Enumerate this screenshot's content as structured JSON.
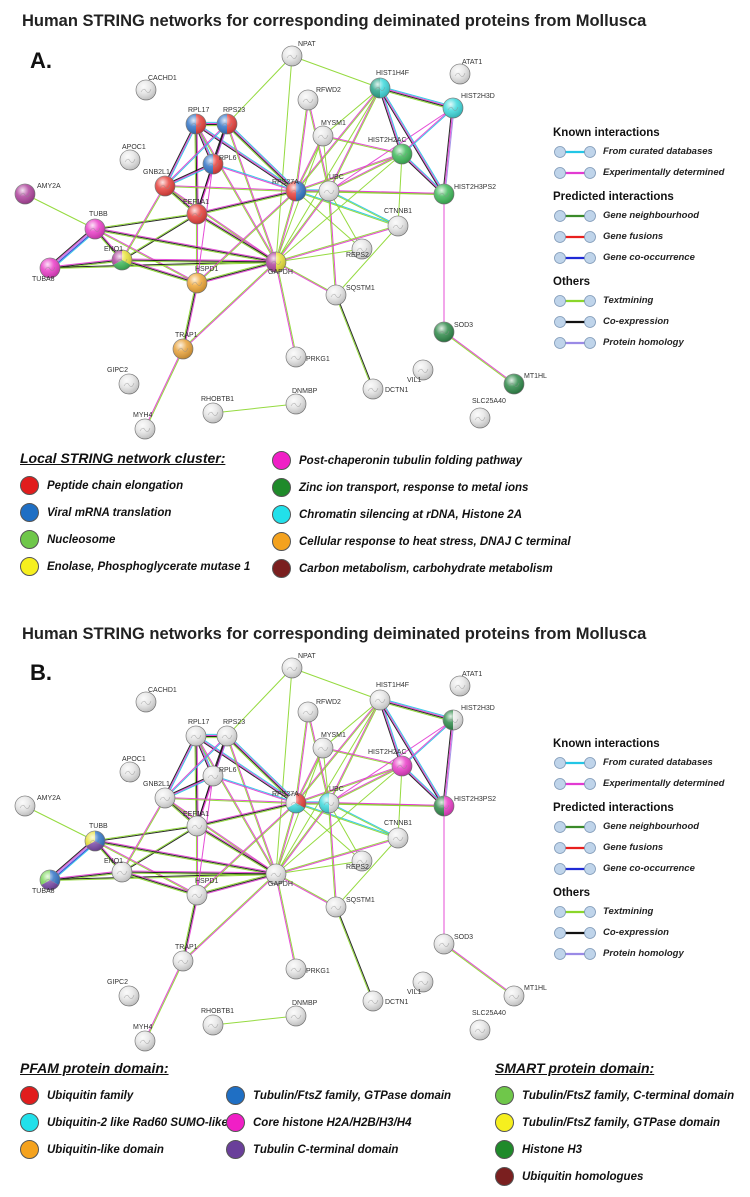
{
  "panels": [
    {
      "title": "Human STRING networks for corresponding deiminated proteins from Mollusca",
      "label": "A.",
      "nodes": [
        {
          "id": "NPAT",
          "label": "NPAT",
          "colors": [
            "#e6e6e6"
          ]
        },
        {
          "id": "CACHD1",
          "label": "CACHD1",
          "colors": [
            "#e6e6e6"
          ]
        },
        {
          "id": "RPL17",
          "label": "RPL17",
          "colors": [
            "#e8413c",
            "#3476c8"
          ]
        },
        {
          "id": "RPS23",
          "label": "RPS23",
          "colors": [
            "#e8413c",
            "#3476c8"
          ]
        },
        {
          "id": "RFWD2",
          "label": "RFWD2",
          "colors": [
            "#e6e6e6"
          ]
        },
        {
          "id": "HIST1H4F",
          "label": "HIST1H4F",
          "colors": [
            "#3fd9dc",
            "#2aa58a"
          ]
        },
        {
          "id": "ATAT1",
          "label": "ATAT1",
          "colors": [
            "#e6e6e6"
          ]
        },
        {
          "id": "HIST2H3D",
          "label": "HIST2H3D",
          "colors": [
            "#3fd9dc"
          ]
        },
        {
          "id": "MYSM1",
          "label": "MYSM1",
          "colors": [
            "#e6e6e6"
          ]
        },
        {
          "id": "APOC1",
          "label": "APOC1",
          "colors": [
            "#e6e6e6"
          ]
        },
        {
          "id": "RPL6",
          "label": "RPL6",
          "colors": [
            "#e8413c",
            "#3476c8"
          ]
        },
        {
          "id": "HIST2H2AC",
          "label": "HIST2H2AC",
          "colors": [
            "#3fba5a"
          ]
        },
        {
          "id": "GNB2L1",
          "label": "GNB2L1",
          "colors": [
            "#e8413c"
          ]
        },
        {
          "id": "RPS27A",
          "label": "RPS27A",
          "colors": [
            "#3476c8",
            "#e8413c"
          ]
        },
        {
          "id": "UBC",
          "label": "UBC",
          "colors": [
            "#e6e6e6"
          ]
        },
        {
          "id": "HIST2H3PS2",
          "label": "HIST2H3PS2",
          "colors": [
            "#3fba5a"
          ]
        },
        {
          "id": "AMY2A",
          "label": "AMY2A",
          "colors": [
            "#b0449e"
          ]
        },
        {
          "id": "EEF1A1",
          "label": "EEF1A1",
          "colors": [
            "#e8413c"
          ]
        },
        {
          "id": "TUBB",
          "label": "TUBB",
          "colors": [
            "#ea3ec8"
          ]
        },
        {
          "id": "CTNNB1",
          "label": "CTNNB1",
          "colors": [
            "#e6e6e6"
          ]
        },
        {
          "id": "ENO1",
          "label": "ENO1",
          "colors": [
            "#e8e23a",
            "#3fba5a",
            "#b0449e"
          ]
        },
        {
          "id": "REPS2",
          "label": "REPS2",
          "colors": [
            "#e6e6e6"
          ]
        },
        {
          "id": "GAPDH",
          "label": "GAPDH",
          "colors": [
            "#e8e23a",
            "#b0449e"
          ]
        },
        {
          "id": "TUBA8",
          "label": "TUBA8",
          "colors": [
            "#ea3ec8"
          ]
        },
        {
          "id": "HSPD1",
          "label": "HSPD1",
          "colors": [
            "#f0a838"
          ]
        },
        {
          "id": "SQSTM1",
          "label": "SQSTM1",
          "colors": [
            "#e6e6e6"
          ]
        },
        {
          "id": "SOD3",
          "label": "SOD3",
          "colors": [
            "#2f8a4a"
          ]
        },
        {
          "id": "TRAP1",
          "label": "TRAP1",
          "colors": [
            "#e8a23a"
          ]
        },
        {
          "id": "PRKG1",
          "label": "PRKG1",
          "colors": [
            "#e6e6e6"
          ]
        },
        {
          "id": "VIL1",
          "label": "VIL1",
          "colors": [
            "#e6e6e6"
          ]
        },
        {
          "id": "DCTN1",
          "label": "DCTN1",
          "colors": [
            "#e6e6e6"
          ]
        },
        {
          "id": "MT1HL",
          "label": "MT1HL",
          "colors": [
            "#2f8a4a"
          ]
        },
        {
          "id": "GIPC2",
          "label": "GIPC2",
          "colors": [
            "#e6e6e6"
          ]
        },
        {
          "id": "RHOBTB1",
          "label": "RHOBTB1",
          "colors": [
            "#e6e6e6"
          ]
        },
        {
          "id": "DNMBP",
          "label": "DNMBP",
          "colors": [
            "#e6e6e6"
          ]
        },
        {
          "id": "SLC25A40",
          "label": "SLC25A40",
          "colors": [
            "#e6e6e6"
          ]
        },
        {
          "id": "MYH4",
          "label": "MYH4",
          "colors": [
            "#e6e6e6"
          ]
        }
      ],
      "cluster_heading": "Local STRING network cluster:",
      "cluster_groups": [
        {
          "items": [
            {
              "label": "Peptide chain elongation",
              "color": "#e11d1d"
            },
            {
              "label": "Viral mRNA translation",
              "color": "#1f6fc4"
            },
            {
              "label": "Nucleosome",
              "color": "#6fc74a"
            },
            {
              "label": "Enolase, Phosphoglycerate mutase 1",
              "color": "#f6ef1e"
            }
          ]
        },
        {
          "items": [
            {
              "label": "Post-chaperonin tubulin folding pathway",
              "color": "#f01fc6"
            },
            {
              "label": "Zinc ion transport, response to metal ions",
              "color": "#1f8a2a"
            },
            {
              "label": "Chromatin silencing at rDNA, Histone 2A",
              "color": "#22e0ea"
            },
            {
              "label": "Cellular response to heat stress, DNAJ C terminal",
              "color": "#f4a21e"
            },
            {
              "label": "Carbon metabolism, carbohydrate metabolism",
              "color": "#7a1f1f"
            }
          ]
        }
      ]
    },
    {
      "title": "Human STRING networks for corresponding deiminated proteins from Mollusca",
      "label": "B.",
      "nodes": [
        {
          "id": "NPAT",
          "label": "NPAT",
          "colors": [
            "#e6e6e6"
          ]
        },
        {
          "id": "CACHD1",
          "label": "CACHD1",
          "colors": [
            "#e6e6e6"
          ]
        },
        {
          "id": "RPL17",
          "label": "RPL17",
          "colors": [
            "#e6e6e6"
          ]
        },
        {
          "id": "RPS23",
          "label": "RPS23",
          "colors": [
            "#e6e6e6"
          ]
        },
        {
          "id": "RFWD2",
          "label": "RFWD2",
          "colors": [
            "#e6e6e6"
          ]
        },
        {
          "id": "HIST1H4F",
          "label": "HIST1H4F",
          "colors": [
            "#e6e6e6"
          ]
        },
        {
          "id": "ATAT1",
          "label": "ATAT1",
          "colors": [
            "#e6e6e6"
          ]
        },
        {
          "id": "HIST2H3D",
          "label": "HIST2H3D",
          "colors": [
            "#e6e6e6",
            "#2f8a4a"
          ]
        },
        {
          "id": "MYSM1",
          "label": "MYSM1",
          "colors": [
            "#e6e6e6"
          ]
        },
        {
          "id": "APOC1",
          "label": "APOC1",
          "colors": [
            "#e6e6e6"
          ]
        },
        {
          "id": "RPL6",
          "label": "RPL6",
          "colors": [
            "#e6e6e6"
          ]
        },
        {
          "id": "HIST2H2AC",
          "label": "HIST2H2AC",
          "colors": [
            "#ea3ec8"
          ]
        },
        {
          "id": "GNB2L1",
          "label": "GNB2L1",
          "colors": [
            "#e6e6e6"
          ]
        },
        {
          "id": "RPS27A",
          "label": "RPS27A",
          "colors": [
            "#e8413c",
            "#3fd9dc",
            "#e6e6e6"
          ]
        },
        {
          "id": "UBC",
          "label": "UBC",
          "colors": [
            "#e6e6e6",
            "#3fd9dc"
          ]
        },
        {
          "id": "HIST2H3PS2",
          "label": "HIST2H3PS2",
          "colors": [
            "#ea3ec8",
            "#2f8a4a"
          ]
        },
        {
          "id": "AMY2A",
          "label": "AMY2A",
          "colors": [
            "#e6e6e6"
          ]
        },
        {
          "id": "EEF1A1",
          "label": "EEF1A1",
          "colors": [
            "#e6e6e6"
          ]
        },
        {
          "id": "TUBB",
          "label": "TUBB",
          "colors": [
            "#3476c8",
            "#7a4aa8",
            "#e8e23a"
          ]
        },
        {
          "id": "CTNNB1",
          "label": "CTNNB1",
          "colors": [
            "#e6e6e6"
          ]
        },
        {
          "id": "ENO1",
          "label": "ENO1",
          "colors": [
            "#e6e6e6"
          ]
        },
        {
          "id": "REPS2",
          "label": "REPS2",
          "colors": [
            "#e6e6e6"
          ]
        },
        {
          "id": "GAPDH",
          "label": "GAPDH",
          "colors": [
            "#e6e6e6"
          ]
        },
        {
          "id": "TUBA8",
          "label": "TUBA8",
          "colors": [
            "#3476c8",
            "#7a4aa8",
            "#7ad65a"
          ]
        },
        {
          "id": "HSPD1",
          "label": "HSPD1",
          "colors": [
            "#e6e6e6"
          ]
        },
        {
          "id": "SQSTM1",
          "label": "SQSTM1",
          "colors": [
            "#e6e6e6"
          ]
        },
        {
          "id": "SOD3",
          "label": "SOD3",
          "colors": [
            "#e6e6e6"
          ]
        },
        {
          "id": "TRAP1",
          "label": "TRAP1",
          "colors": [
            "#e6e6e6"
          ]
        },
        {
          "id": "PRKG1",
          "label": "PRKG1",
          "colors": [
            "#e6e6e6"
          ]
        },
        {
          "id": "VIL1",
          "label": "VIL1",
          "colors": [
            "#e6e6e6"
          ]
        },
        {
          "id": "DCTN1",
          "label": "DCTN1",
          "colors": [
            "#e6e6e6"
          ]
        },
        {
          "id": "MT1HL",
          "label": "MT1HL",
          "colors": [
            "#e6e6e6"
          ]
        },
        {
          "id": "GIPC2",
          "label": "GIPC2",
          "colors": [
            "#e6e6e6"
          ]
        },
        {
          "id": "RHOBTB1",
          "label": "RHOBTB1",
          "colors": [
            "#e6e6e6"
          ]
        },
        {
          "id": "DNMBP",
          "label": "DNMBP",
          "colors": [
            "#e6e6e6"
          ]
        },
        {
          "id": "SLC25A40",
          "label": "SLC25A40",
          "colors": [
            "#e6e6e6"
          ]
        },
        {
          "id": "MYH4",
          "label": "MYH4",
          "colors": [
            "#e6e6e6"
          ]
        }
      ],
      "pfam_heading": "PFAM protein domain:",
      "pfam_groups": [
        {
          "items": [
            {
              "label": "Ubiquitin family",
              "color": "#e11d1d"
            },
            {
              "label": "Ubiquitin-2 like Rad60 SUMO-like",
              "color": "#22e0ea"
            },
            {
              "label": "Ubiquitin-like domain",
              "color": "#f4a21e"
            }
          ]
        },
        {
          "items": [
            {
              "label": "Tubulin/FtsZ family, GTPase domain",
              "color": "#1f6fc4"
            },
            {
              "label": "Core histone H2A/H2B/H3/H4",
              "color": "#f01fc6"
            },
            {
              "label": "Tubulin C-terminal domain",
              "color": "#6a3f9a"
            }
          ]
        }
      ],
      "smart_heading": "SMART protein domain:",
      "smart_items": [
        {
          "label": "Tubulin/FtsZ family, C-terminal domain",
          "color": "#6fc74a"
        },
        {
          "label": "Tubulin/FtsZ family, GTPase domain",
          "color": "#f6ef1e"
        },
        {
          "label": "Histone H3",
          "color": "#1f8a2a"
        },
        {
          "label": "Ubiquitin homologues",
          "color": "#7a1f1f"
        }
      ]
    }
  ],
  "edge_legend": {
    "groups": [
      {
        "heading": "Known interactions",
        "items": [
          {
            "label": "From curated databases",
            "color": "#22c6e6"
          },
          {
            "label": "Experimentally determined",
            "color": "#e23ad2"
          }
        ]
      },
      {
        "heading": "Predicted interactions",
        "items": [
          {
            "label": "Gene neighbourhood",
            "color": "#3a8a2a"
          },
          {
            "label": "Gene fusions",
            "color": "#e8201e"
          },
          {
            "label": "Gene co-occurrence",
            "color": "#1f2ad6"
          }
        ]
      },
      {
        "heading": "Others",
        "items": [
          {
            "label": "Textmining",
            "color": "#8ad62a"
          },
          {
            "label": "Co-expression",
            "color": "#111111"
          },
          {
            "label": "Protein homology",
            "color": "#9a8ae6"
          }
        ]
      }
    ]
  }
}
